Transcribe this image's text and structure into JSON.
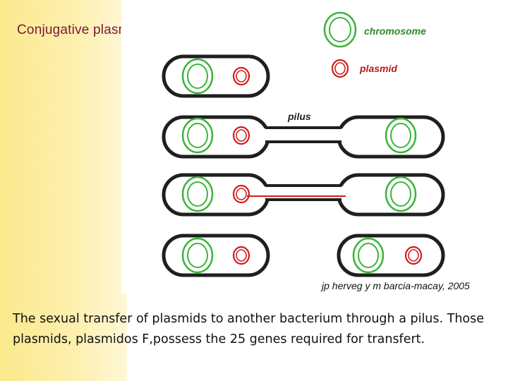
{
  "slide": {
    "title": "Conjugative plasmids",
    "caption": "The sexual transfer of plasmids to another bacterium through a pilus. Those plasmids, plasmidos F,possess the 25 genes required for transfert."
  },
  "diagram": {
    "legend": {
      "chromosome_label": "chromosome",
      "plasmid_label": "plasmid"
    },
    "pilus_label": "pilus",
    "credit": "jp herveg y m barcia-macay, 2005",
    "colors": {
      "chromosome": "#3cb43c",
      "plasmid": "#d01e1e",
      "cell_outline": "#1f1f1f",
      "title": "#7a1838",
      "side_band": "#fbe98c"
    },
    "icons": {
      "chromosome": "double-ring-green",
      "plasmid": "double-ring-red"
    }
  }
}
